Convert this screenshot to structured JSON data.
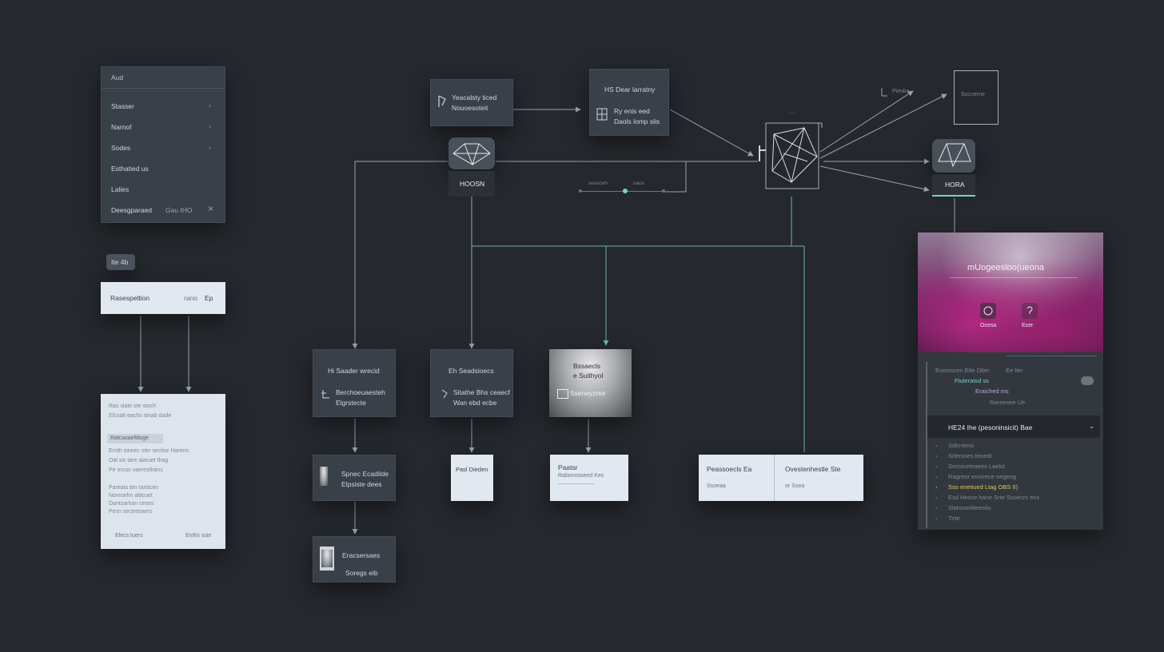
{
  "menu": {
    "header": "Aud",
    "items": [
      {
        "label": "Stasser",
        "chevron": "›"
      },
      {
        "label": "Narnof",
        "chevron": "›"
      },
      {
        "label": "Sodes",
        "chevron": "›"
      },
      {
        "label": "Esthatied us"
      },
      {
        "label": "Lalies"
      },
      {
        "label": "Deesgparaed",
        "value": "Gau IHO",
        "close": "×"
      }
    ]
  },
  "pill": "Ite 4b",
  "input_card": {
    "label": "Rasespeltion",
    "value1": "rano",
    "value2": "Ep"
  },
  "doc_card": {
    "lines": [
      "Ras slate ste stoch",
      "Elcsatt eachs stnab dade",
      "Ratcasaeltiloge",
      "Ernth sinnec ster sechor Harens",
      "Oal sis tare alaruet thag",
      "Pe orcus vaeresthans",
      "Pareats ten tantices",
      "Noresehn aldcuet",
      "Dantsarhan ceses",
      "Pesn sectreoaers"
    ],
    "footer_left": "Elecs tuers",
    "footer_right": "Enths ssie"
  },
  "top_nodes": [
    {
      "title": "Yeacalsty ticed",
      "sub": "Nouoesoteit"
    },
    {
      "title": "HS Dear larratny",
      "line1": "Ry enis eed",
      "line2": "Daols lomp slis"
    }
  ],
  "hub_label": "HOOSN",
  "slider": {
    "left": "sesscen",
    "right": "sace"
  },
  "far_node": {
    "left": "Pienka",
    "right": "Sucnerne"
  },
  "right_hub_label": "HORA",
  "row_cards": [
    {
      "title": "Hi Saader wrecid",
      "line1": "Berchoeuaesteh",
      "line2": "Elgrstecte"
    },
    {
      "title": "Eh Seadsioecs",
      "line1": "Sitathe Bhs ceaecf",
      "line2": "Wan ebd ecbe"
    },
    {
      "title": "Bssaecls",
      "line1": "e Suithyol",
      "line2": "Sseneyzreir"
    }
  ],
  "second_row": [
    {
      "title": "Spnec Ecadilde",
      "sub": "Elpsiste dees"
    },
    {
      "title": "Pasl Dieden"
    },
    {
      "title": "Paatsr",
      "sub": "Rabonnsseed Kes"
    },
    {
      "title": "Peassoecls Ea",
      "sub": "Ssoeaa"
    },
    {
      "title": "Ovestenhestle Ste",
      "sub": "or Ssea"
    }
  ],
  "third_card": {
    "line1": "Eracsersaes",
    "line2": "Soregs eib"
  },
  "panel": {
    "hero_title": "mUogeesloo(ueona",
    "hero_btn1": "Ocesa",
    "hero_btn2": "Ecer",
    "code_top": [
      "Esestscen  Elte Dlter",
      "Ftuleratsd ss",
      "Eraiched ms"
    ],
    "code_top_right": [
      "Ee fier",
      "Rareesee Ue"
    ],
    "tree_header": "HE24 Ihe (pesoninsicit) Bae",
    "tree_rows": [
      "Sdtrntens",
      "Srfenoies teoedr",
      "Sessiceteaees Laelst",
      "Ragreor ennirece oegeng",
      "Sso  enetiued  Ltag OBS II)",
      "Esd Hesse hane Srte Ssoecrs ens",
      "Slahsoeiltieeolis",
      "Tirte"
    ]
  }
}
